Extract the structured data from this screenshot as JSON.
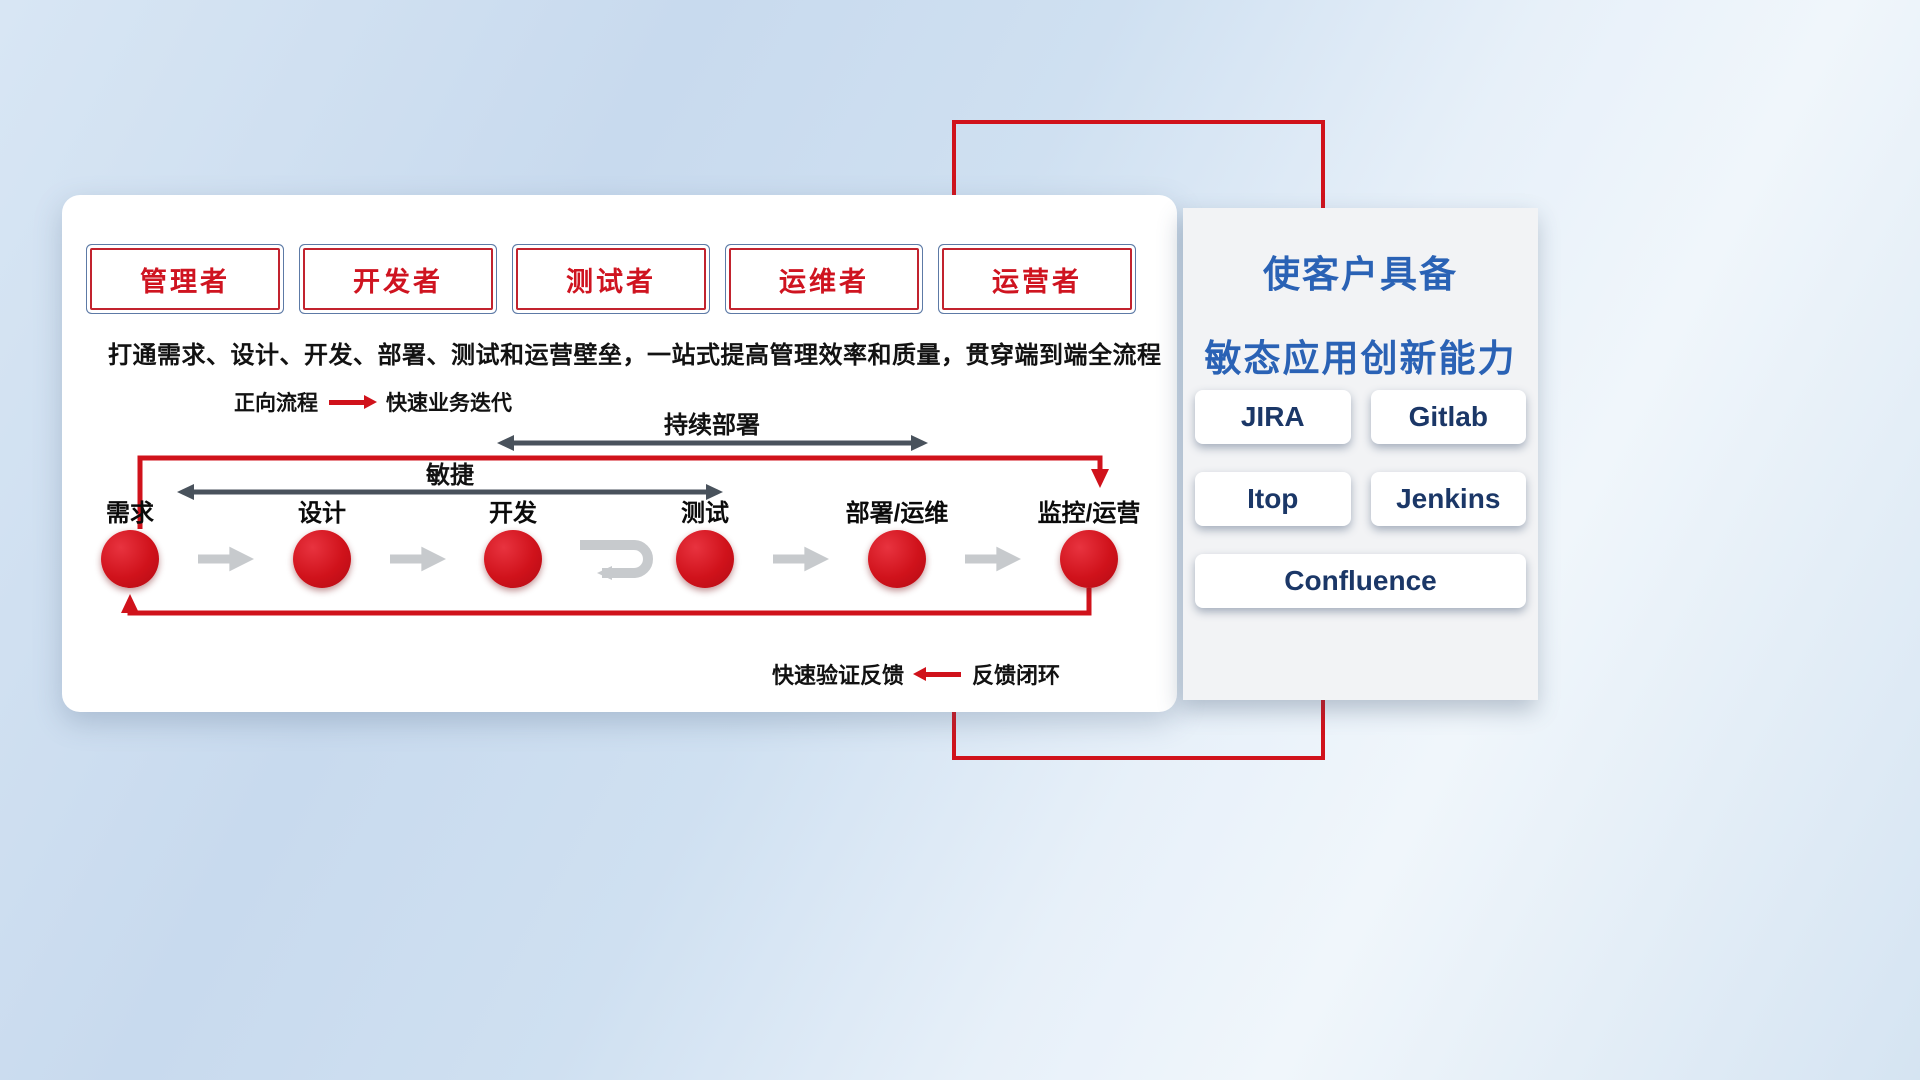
{
  "colors": {
    "accent_red": "#d0121b",
    "dark_arrow": "#49525c",
    "gray_arrow": "#c7cacd",
    "panel_title_blue": "#2a62b5",
    "tool_text_navy": "#1b3767",
    "role_text_red": "#cf1420"
  },
  "main_card": {
    "roles": [
      {
        "label": "管理者"
      },
      {
        "label": "开发者"
      },
      {
        "label": "测试者"
      },
      {
        "label": "运维者"
      },
      {
        "label": "运营者"
      }
    ],
    "subtitle": "打通需求、设计、开发、部署、测试和运营壁垒，一站式提高管理效率和质量，贯穿端到端全流程",
    "forward_legend": {
      "label": "正向流程",
      "desc": "快速业务迭代"
    },
    "span_arrows": {
      "continuous_deployment": "持续部署",
      "agile": "敏捷"
    },
    "flow_nodes": [
      {
        "label": "需求"
      },
      {
        "label": "设计"
      },
      {
        "label": "开发"
      },
      {
        "label": "测试"
      },
      {
        "label": "部署/运维"
      },
      {
        "label": "监控/运营"
      }
    ],
    "feedback_legend": {
      "desc": "快速验证反馈",
      "label": "反馈闭环"
    }
  },
  "right_panel": {
    "title_line1": "使客户具备",
    "title_line2": "敏态应用创新能力",
    "tools": [
      {
        "name": "JIRA"
      },
      {
        "name": "Gitlab"
      },
      {
        "name": "Itop"
      },
      {
        "name": "Jenkins"
      },
      {
        "name": "Confluence"
      }
    ]
  }
}
